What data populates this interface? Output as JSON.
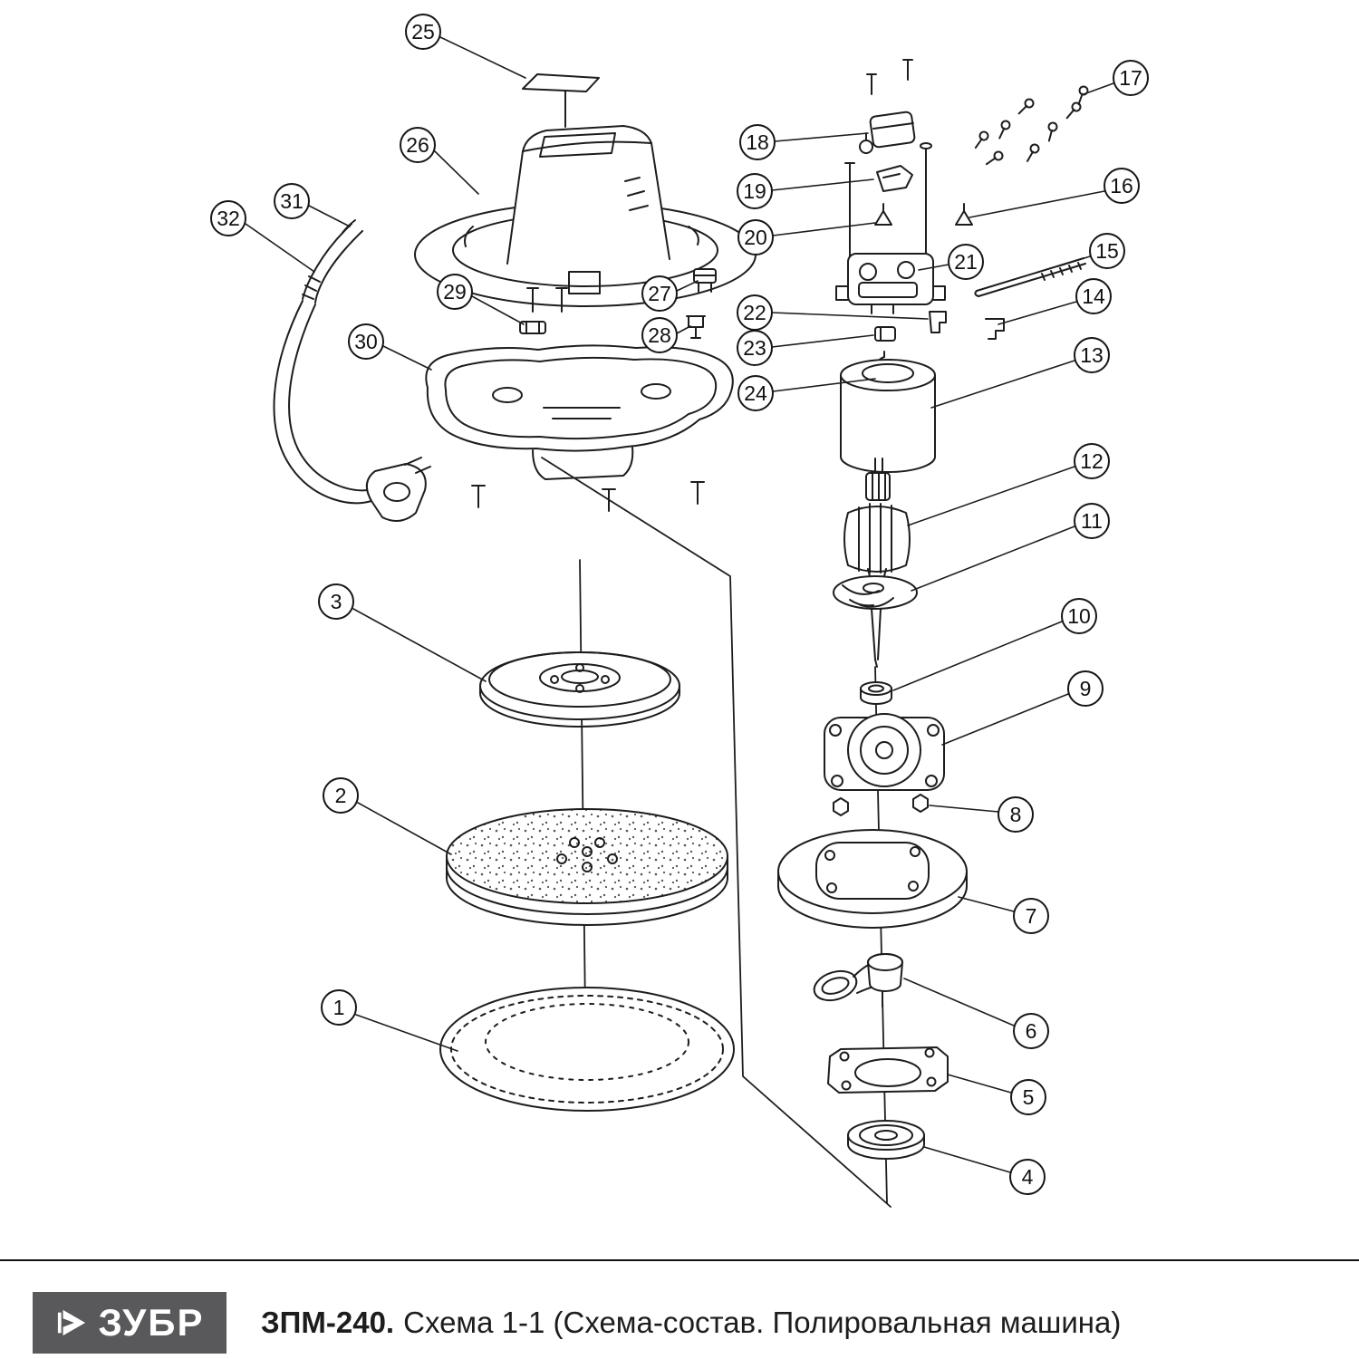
{
  "diagram": {
    "callouts": [
      {
        "n": "1"
      },
      {
        "n": "2"
      },
      {
        "n": "3"
      },
      {
        "n": "4"
      },
      {
        "n": "5"
      },
      {
        "n": "6"
      },
      {
        "n": "7"
      },
      {
        "n": "8"
      },
      {
        "n": "9"
      },
      {
        "n": "10"
      },
      {
        "n": "11"
      },
      {
        "n": "12"
      },
      {
        "n": "13"
      },
      {
        "n": "14"
      },
      {
        "n": "15"
      },
      {
        "n": "16"
      },
      {
        "n": "17"
      },
      {
        "n": "18"
      },
      {
        "n": "19"
      },
      {
        "n": "20"
      },
      {
        "n": "21"
      },
      {
        "n": "22"
      },
      {
        "n": "23"
      },
      {
        "n": "24"
      },
      {
        "n": "25"
      },
      {
        "n": "26"
      },
      {
        "n": "27"
      },
      {
        "n": "28"
      },
      {
        "n": "29"
      },
      {
        "n": "30"
      },
      {
        "n": "31"
      },
      {
        "n": "32"
      }
    ]
  },
  "footer": {
    "brand": "ЗУБР",
    "model": "ЗПМ-240.",
    "caption": "Схема 1-1 (Схема-состав. Полировальная машина)"
  }
}
